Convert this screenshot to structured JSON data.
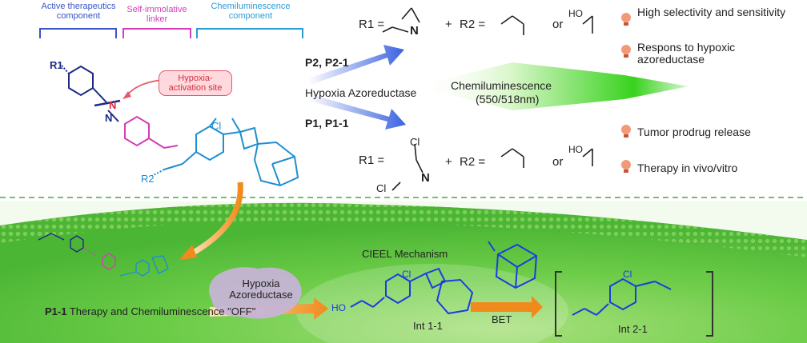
{
  "components": {
    "active": "Active therapeutics component",
    "linker": "Self-immolative linker",
    "chemi": "Chemiluminescence component"
  },
  "site_label": "Hypoxia-activation site",
  "substituents": {
    "r1": "R1",
    "r2": "R2",
    "cl": "Cl",
    "n": "N"
  },
  "reaction": {
    "upper_probe": "P2, P2-1",
    "lower_probe": "P1, P1-1",
    "trigger": "Hypoxia Azoreductase",
    "emission": "Chemiluminescence",
    "wavelength": "(550/518nm)"
  },
  "equation": {
    "r1_eq": "R1 =",
    "plus": "+",
    "r2_eq": "R2 =",
    "or": "or",
    "ho": "HO"
  },
  "features": [
    "High selectivity and sensitivity",
    "Respons to hypoxic azoreductase",
    "Tumor prodrug release",
    "Therapy in vivo/vitro"
  ],
  "bottom": {
    "probe_name": "P1-1",
    "probe_desc": "Therapy and Chemiluminescence \"OFF\"",
    "enzyme": "Hypoxia Azoreductase",
    "mechanism": "CIEEL Mechanism",
    "bet": "BET",
    "int1": "Int 1-1",
    "int2": "Int 2-1",
    "ho": "HO"
  },
  "colors": {
    "blue": "#3a55c4",
    "pink": "#d43fb6",
    "cyan": "#2c9bd3",
    "orange": "#f08a1c",
    "green": "#5cc63c",
    "chem_blue": "#1a3de0",
    "chem_cyan": "#00c6e8"
  }
}
